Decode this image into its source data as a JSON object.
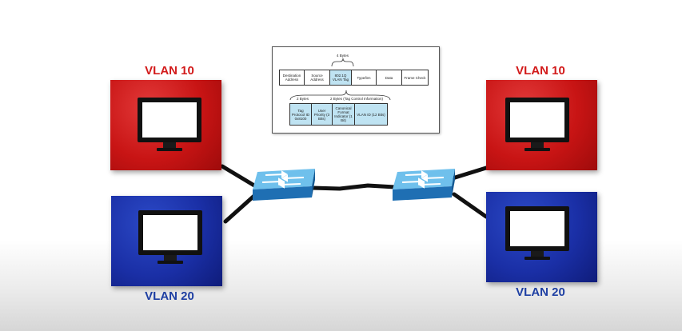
{
  "vlan_labels": {
    "top_left": "VLAN 10",
    "bottom_left": "VLAN 20",
    "top_right": "VLAN 10",
    "bottom_right": "VLAN 20"
  },
  "colors": {
    "vlan10": "#c81414",
    "vlan20": "#1a2fa6",
    "vlan10_text": "#d21a1a",
    "vlan20_text": "#1e3fa3",
    "switch": "#2f8fd0",
    "tag_highlight": "#bfe3f2"
  },
  "frame_diagram": {
    "bytes_label": "4 Bytes",
    "fields": [
      "Destination Address",
      "Source Address",
      "802.1Q VLAN Tag",
      "Type/len",
      "Data",
      "Frame Check"
    ],
    "tag_header_left": "2 Bytes",
    "tag_header_right": "2 Bytes (Tag Control Information)",
    "tag_fields": [
      "Tag Protocol ID 0x8100",
      "User Priority (3 Bits)",
      "Canonical Format Indicator (1 Bit)",
      "VLAN ID (12 Bits)"
    ]
  },
  "icons": {
    "computer": "monitor-icon",
    "switch": "network-switch-icon"
  }
}
